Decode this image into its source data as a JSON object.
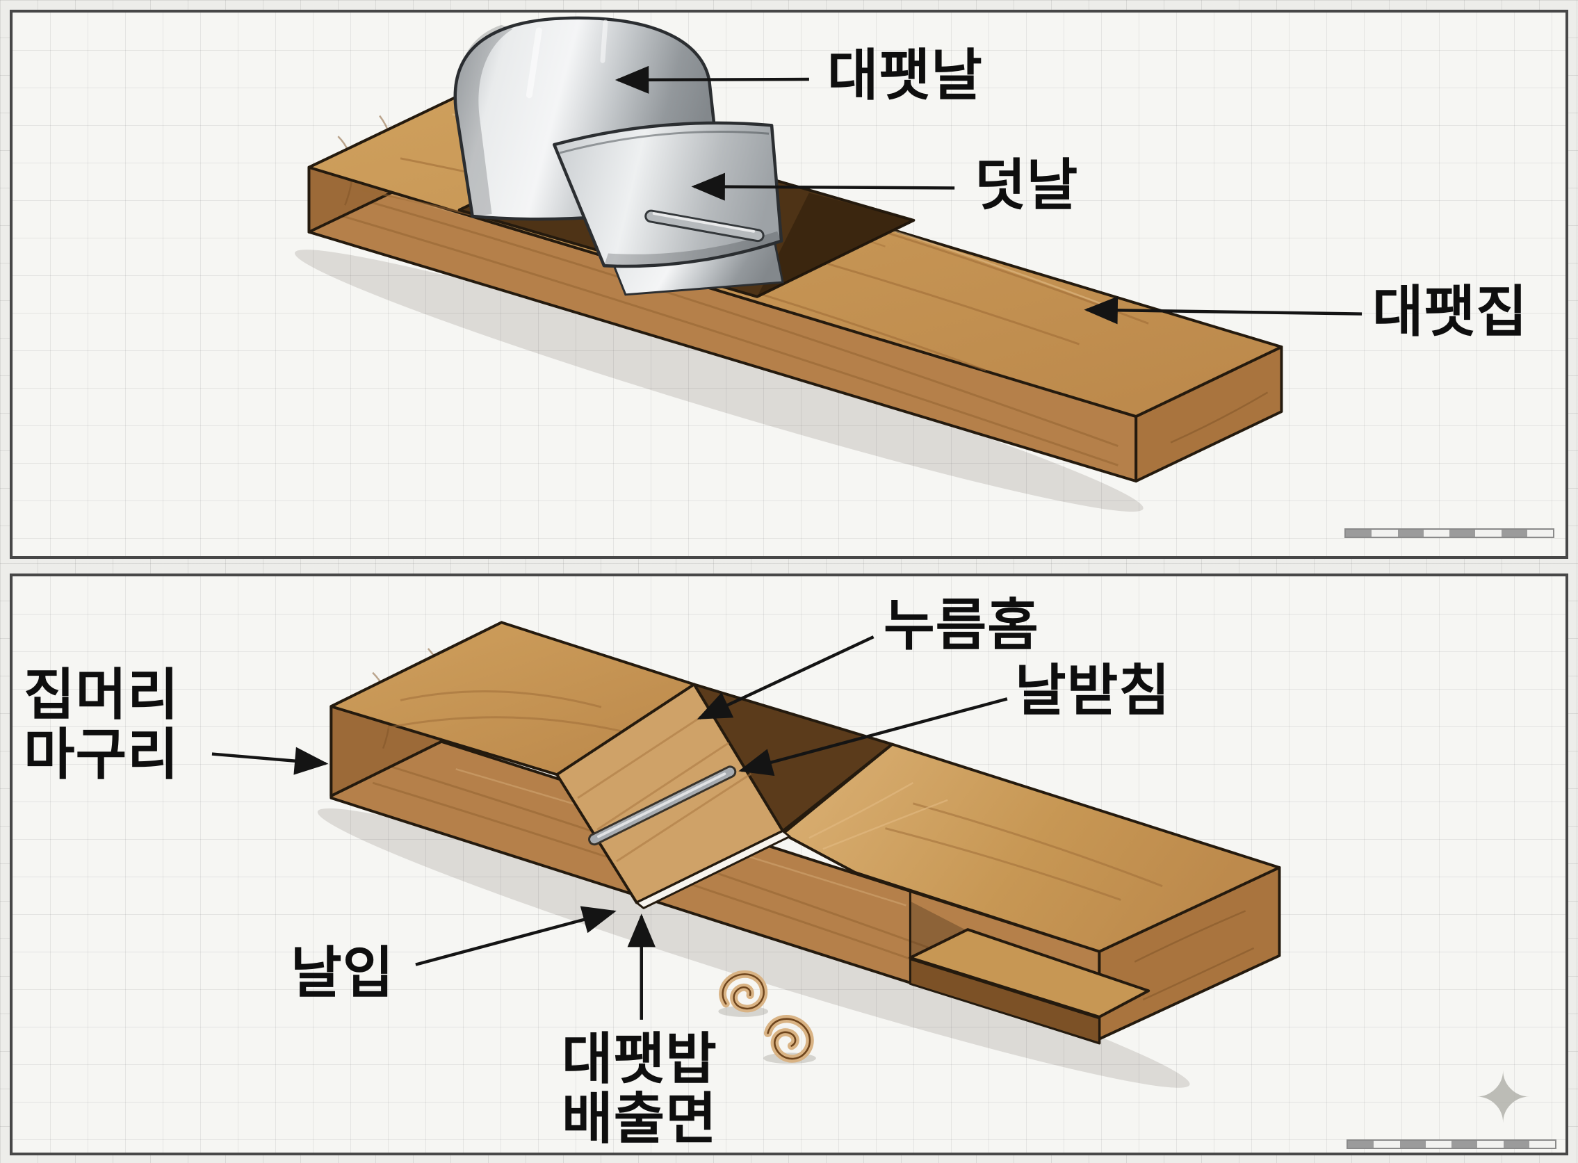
{
  "top_panel": {
    "labels": {
      "blade": "대팻날",
      "cap_iron": "덧날",
      "body": "대팻집"
    }
  },
  "bottom_panel": {
    "labels": {
      "head_line1": "집머리",
      "head_line2": "마구리",
      "press_groove": "누름홈",
      "blade_rest": "날받침",
      "mouth": "날입",
      "chip_line1": "대팻밥",
      "chip_line2": "배출면"
    }
  },
  "icons": {
    "watermark": "✦"
  },
  "colors": {
    "wood_top": "#c79754",
    "wood_front": "#b5804a",
    "wood_end_left": "#9c6a38",
    "wood_end_right": "#a9743e",
    "wood_throat": "#5b3b1b",
    "mouth_slot": "#f7f4ee",
    "metal_light": "#eff1f2",
    "metal_dark": "#858b8f",
    "outline": "#241a0e",
    "arrow": "#141414",
    "label_text": "#0e0e0e"
  }
}
